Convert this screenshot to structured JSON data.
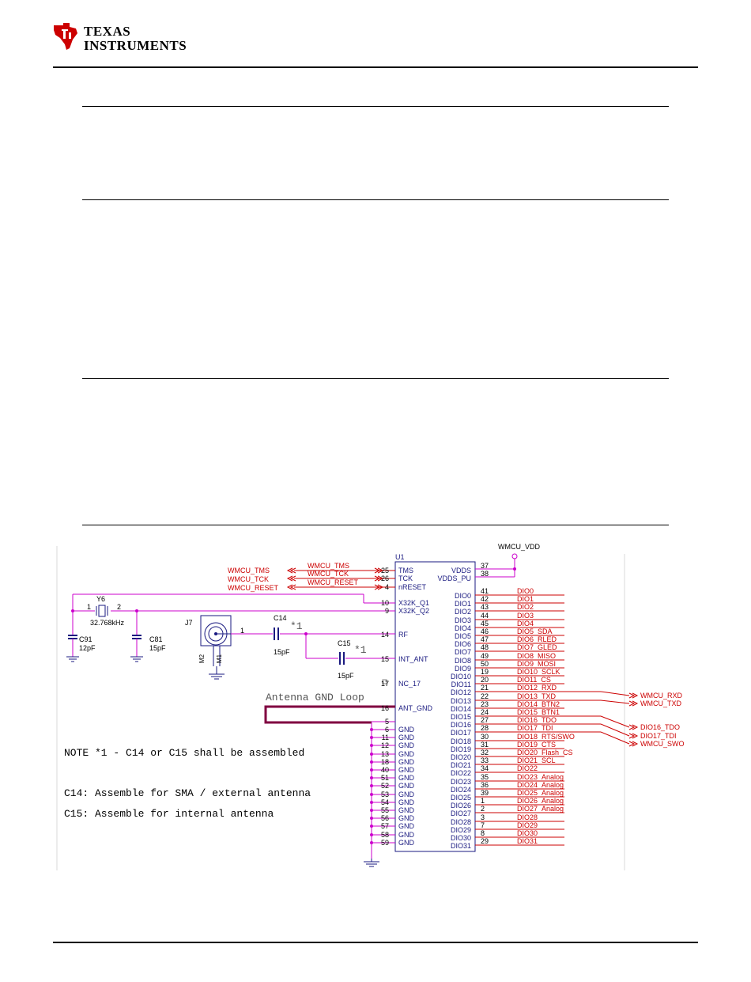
{
  "header": {
    "company_line1": "Texas",
    "company_line2": "Instruments"
  },
  "colors": {
    "net_red": "#cc0000",
    "wire_magenta": "#cc00cc",
    "loop_dark": "#800040",
    "component_blue": "#1a1a80",
    "wire_gray": "#808080"
  },
  "schematic": {
    "notes": {
      "loop_label": "Antenna GND Loop",
      "note1": "NOTE *1 - C14 or C15 shall be assembled",
      "note2": "C14: Assemble for SMA / external antenna",
      "note3": "C15: Assemble for internal antenna",
      "mark_c14": "*1",
      "mark_c15": "*1"
    },
    "power": {
      "net": "WMCU_VDD"
    },
    "ic": {
      "ref": "U1",
      "left_pins": [
        {
          "num": "25",
          "name": "TMS"
        },
        {
          "num": "26",
          "name": "TCK"
        },
        {
          "num": "4",
          "name": "nRESET"
        },
        {
          "num": "10",
          "name": "X32K_Q1"
        },
        {
          "num": "9",
          "name": "X32K_Q2"
        },
        {
          "num": "14",
          "name": "RF"
        },
        {
          "num": "15",
          "name": "INT_ANT"
        },
        {
          "num": "17",
          "name": "NC_17"
        },
        {
          "num": "16",
          "name": "ANT_GND"
        },
        {
          "num": "5",
          "name": ""
        },
        {
          "num": "6",
          "name": "GND"
        },
        {
          "num": "11",
          "name": "GND"
        },
        {
          "num": "12",
          "name": "GND"
        },
        {
          "num": "13",
          "name": "GND"
        },
        {
          "num": "18",
          "name": "GND"
        },
        {
          "num": "40",
          "name": "GND"
        },
        {
          "num": "51",
          "name": "GND"
        },
        {
          "num": "52",
          "name": "GND"
        },
        {
          "num": "53",
          "name": "GND"
        },
        {
          "num": "54",
          "name": "GND"
        },
        {
          "num": "55",
          "name": "GND"
        },
        {
          "num": "56",
          "name": "GND"
        },
        {
          "num": "57",
          "name": "GND"
        },
        {
          "num": "58",
          "name": "GND"
        },
        {
          "num": "59",
          "name": "GND"
        }
      ],
      "power_pins": [
        {
          "num": "37",
          "name": "VDDS"
        },
        {
          "num": "38",
          "name": "VDDS_PU"
        }
      ],
      "dio_pins": [
        {
          "num": "41",
          "name": "DIO0",
          "net": "DIO0"
        },
        {
          "num": "42",
          "name": "DIO1",
          "net": "DIO1"
        },
        {
          "num": "43",
          "name": "DIO2",
          "net": "DIO2"
        },
        {
          "num": "44",
          "name": "DIO3",
          "net": "DIO3"
        },
        {
          "num": "45",
          "name": "DIO4",
          "net": "DIO4"
        },
        {
          "num": "46",
          "name": "DIO5",
          "net": "DIO5_SDA"
        },
        {
          "num": "47",
          "name": "DIO6",
          "net": "DIO6_RLED"
        },
        {
          "num": "48",
          "name": "DIO7",
          "net": "DIO7_GLED"
        },
        {
          "num": "49",
          "name": "DIO8",
          "net": "DIO8_MISO"
        },
        {
          "num": "50",
          "name": "DIO9",
          "net": "DIO9_MOSI"
        },
        {
          "num": "19",
          "name": "DIO10",
          "net": "DIO10_SCLK"
        },
        {
          "num": "20",
          "name": "DIO11",
          "net": "DIO11_CS"
        },
        {
          "num": "21",
          "name": "DIO12",
          "net": "DIO12_RXD"
        },
        {
          "num": "22",
          "name": "DIO13",
          "net": "DIO13_TXD"
        },
        {
          "num": "23",
          "name": "DIO14",
          "net": "DIO14_BTN2"
        },
        {
          "num": "24",
          "name": "DIO15",
          "net": "DIO15_BTN1"
        },
        {
          "num": "27",
          "name": "DIO16",
          "net": "DIO16_TDO"
        },
        {
          "num": "28",
          "name": "DIO17",
          "net": "DIO17_TDI"
        },
        {
          "num": "30",
          "name": "DIO18",
          "net": "DIO18_RTS/SWO"
        },
        {
          "num": "31",
          "name": "DIO19",
          "net": "DIO19_CTS"
        },
        {
          "num": "32",
          "name": "DIO20",
          "net": "DIO20_Flash_CS"
        },
        {
          "num": "33",
          "name": "DIO21",
          "net": "DIO21_SCL"
        },
        {
          "num": "34",
          "name": "DIO22",
          "net": "DIO22"
        },
        {
          "num": "35",
          "name": "DIO23",
          "net": "DIO23_Analog"
        },
        {
          "num": "36",
          "name": "DIO24",
          "net": "DIO24_Analog"
        },
        {
          "num": "39",
          "name": "DIO25",
          "net": "DIO25_Analog"
        },
        {
          "num": "1",
          "name": "DIO26",
          "net": "DIO26_Analog"
        },
        {
          "num": "2",
          "name": "DIO27",
          "net": "DIO27_Analog"
        },
        {
          "num": "3",
          "name": "DIO28",
          "net": "DIO28"
        },
        {
          "num": "7",
          "name": "DIO29",
          "net": "DIO29"
        },
        {
          "num": "8",
          "name": "DIO30",
          "net": "DIO30"
        },
        {
          "num": "29",
          "name": "DIO31",
          "net": "DIO31"
        }
      ]
    },
    "jtag_nets": {
      "left": [
        "WMCU_TMS",
        "WMCU_TCK",
        "WMCU_RESET"
      ],
      "right": [
        "WMCU_TMS",
        "WMCU_TCK",
        "WMCU_RESET"
      ]
    },
    "offpage": [
      {
        "label": "WMCU_RXD"
      },
      {
        "label": "WMCU_TXD"
      },
      {
        "label": "DIO16_TDO"
      },
      {
        "label": "DIO17_TDI"
      },
      {
        "label": "WMCU_SWO"
      }
    ],
    "crystal": {
      "ref": "Y6",
      "value": "32.768kHz",
      "pin1": "1",
      "pin2": "2"
    },
    "caps": {
      "c91_ref": "C91",
      "c91_val": "12pF",
      "c81_ref": "C81",
      "c81_val": "15pF",
      "c14_ref": "C14",
      "c14_val": "15pF",
      "c15_ref": "C15",
      "c15_val": "15pF"
    },
    "connector": {
      "ref": "J7",
      "pin1": "1",
      "pin_m2": "M2",
      "pin_m1": "M1"
    }
  }
}
